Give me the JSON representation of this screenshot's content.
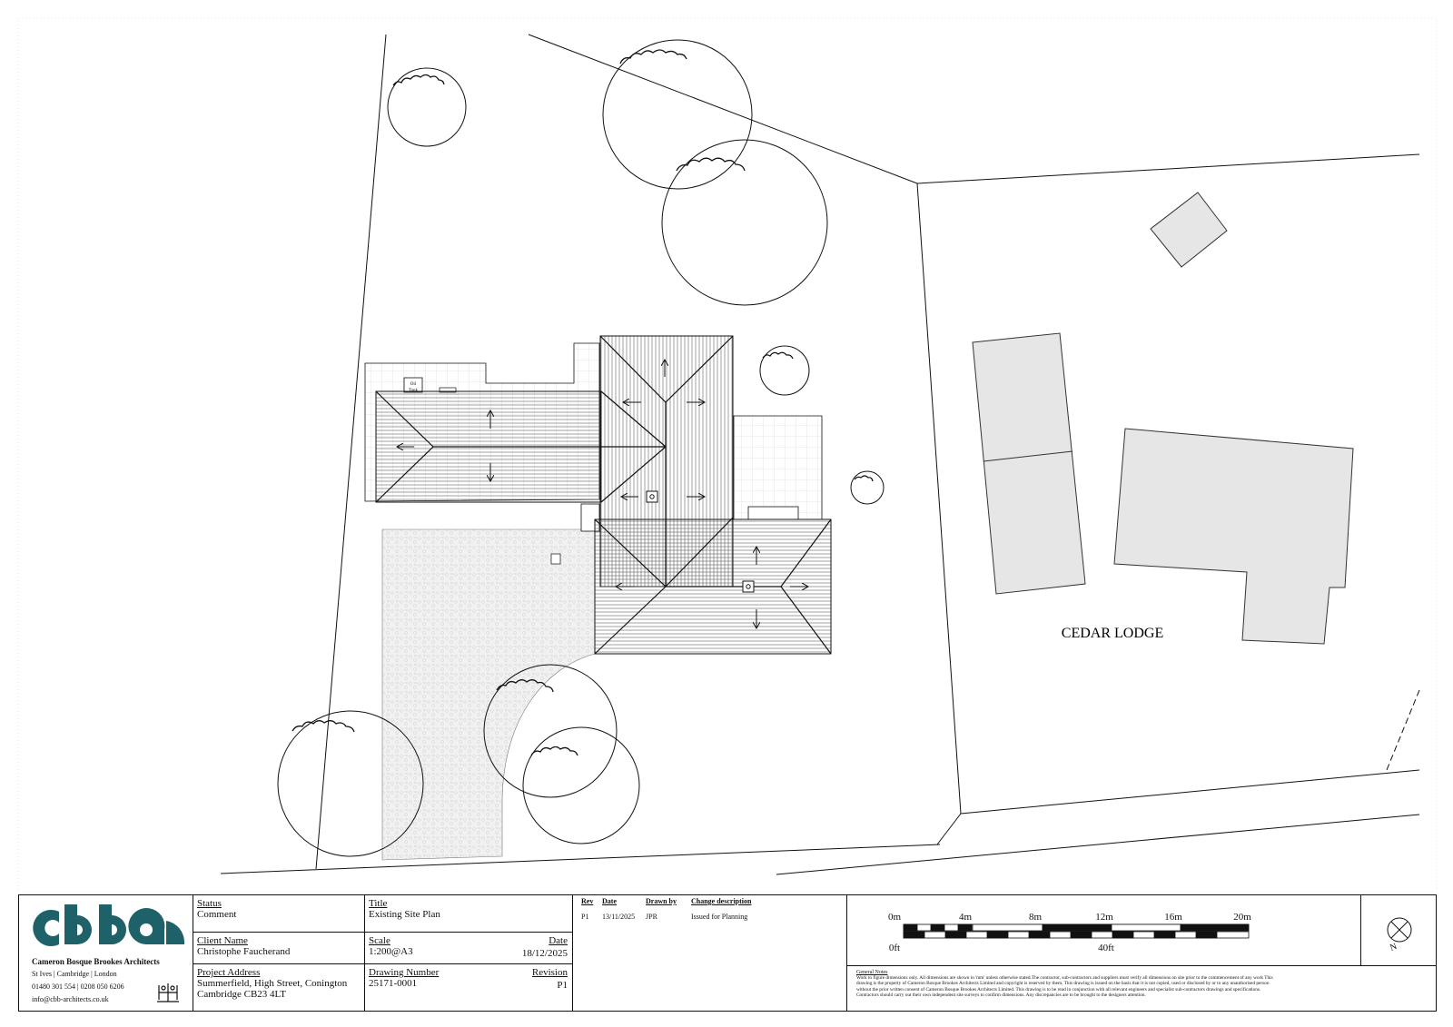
{
  "site_plan": {
    "neighbour_label": "CEDAR LODGE",
    "oil_tank_label_line1": "Oil",
    "oil_tank_label_line2": "Tank"
  },
  "title_block": {
    "practice": {
      "name": "Cameron Bosque Brookes Architects",
      "offices": "St Ives | Cambridge | London",
      "phones": "01480 301 554 | 0208 050 6206",
      "email": "info@cbb-architects.co.uk",
      "logo_text": "cbba"
    },
    "status": {
      "label": "Status",
      "value": "Comment"
    },
    "title": {
      "label": "Title",
      "value": "Existing Site Plan"
    },
    "client": {
      "label": "Client Name",
      "value": "Christophe Faucherand"
    },
    "scale": {
      "label": "Scale",
      "value": "1:200@A3"
    },
    "date": {
      "label": "Date",
      "value": "18/12/2025"
    },
    "project_address": {
      "label": "Project Address",
      "line1": "Summerfield, High Street, Conington",
      "line2": "Cambridge CB23 4LT"
    },
    "drawing_number": {
      "label": "Drawing Number",
      "value": "25171-0001"
    },
    "revision": {
      "label": "Revision",
      "value": "P1"
    },
    "revisions_table": {
      "headers": [
        "Rev",
        "Date",
        "Drawn by",
        "Change description"
      ],
      "rows": [
        [
          "P1",
          "13/11/2025",
          "JPR",
          "Issued for Planning"
        ]
      ]
    },
    "scale_bar": {
      "metric_labels": [
        "0m",
        "4m",
        "8m",
        "12m",
        "16m",
        "20m"
      ],
      "imperial_labels": [
        "0ft",
        "40ft"
      ]
    },
    "north_label": "N",
    "general_notes": {
      "heading": "General Notes",
      "line1": "Work to figure dimensions only. All dimensions are shown in 'mm' unless otherwise stated.The contractor, sub-contractors and suppliers must verify all dimensions on site prior to the commencement of any work This",
      "line2": "drawing is the property of Cameron Bosque Brookes Architects Limited and copyright is reserved by them. This drawing is issued on the basis that it is not copied, used or disclosed by or to any unauthorised person",
      "line3": "without the prior written consent of Cameron Bosque Brookes Architects Limited. This drawing is to be read in conjunction with all relevant engineers and specialist sub-contractors drawings and specifications.",
      "line4": "Contractors should carry out their own independent site surveys to confirm dimensions. Any discrepancies are to be brought to the designers attention."
    }
  }
}
